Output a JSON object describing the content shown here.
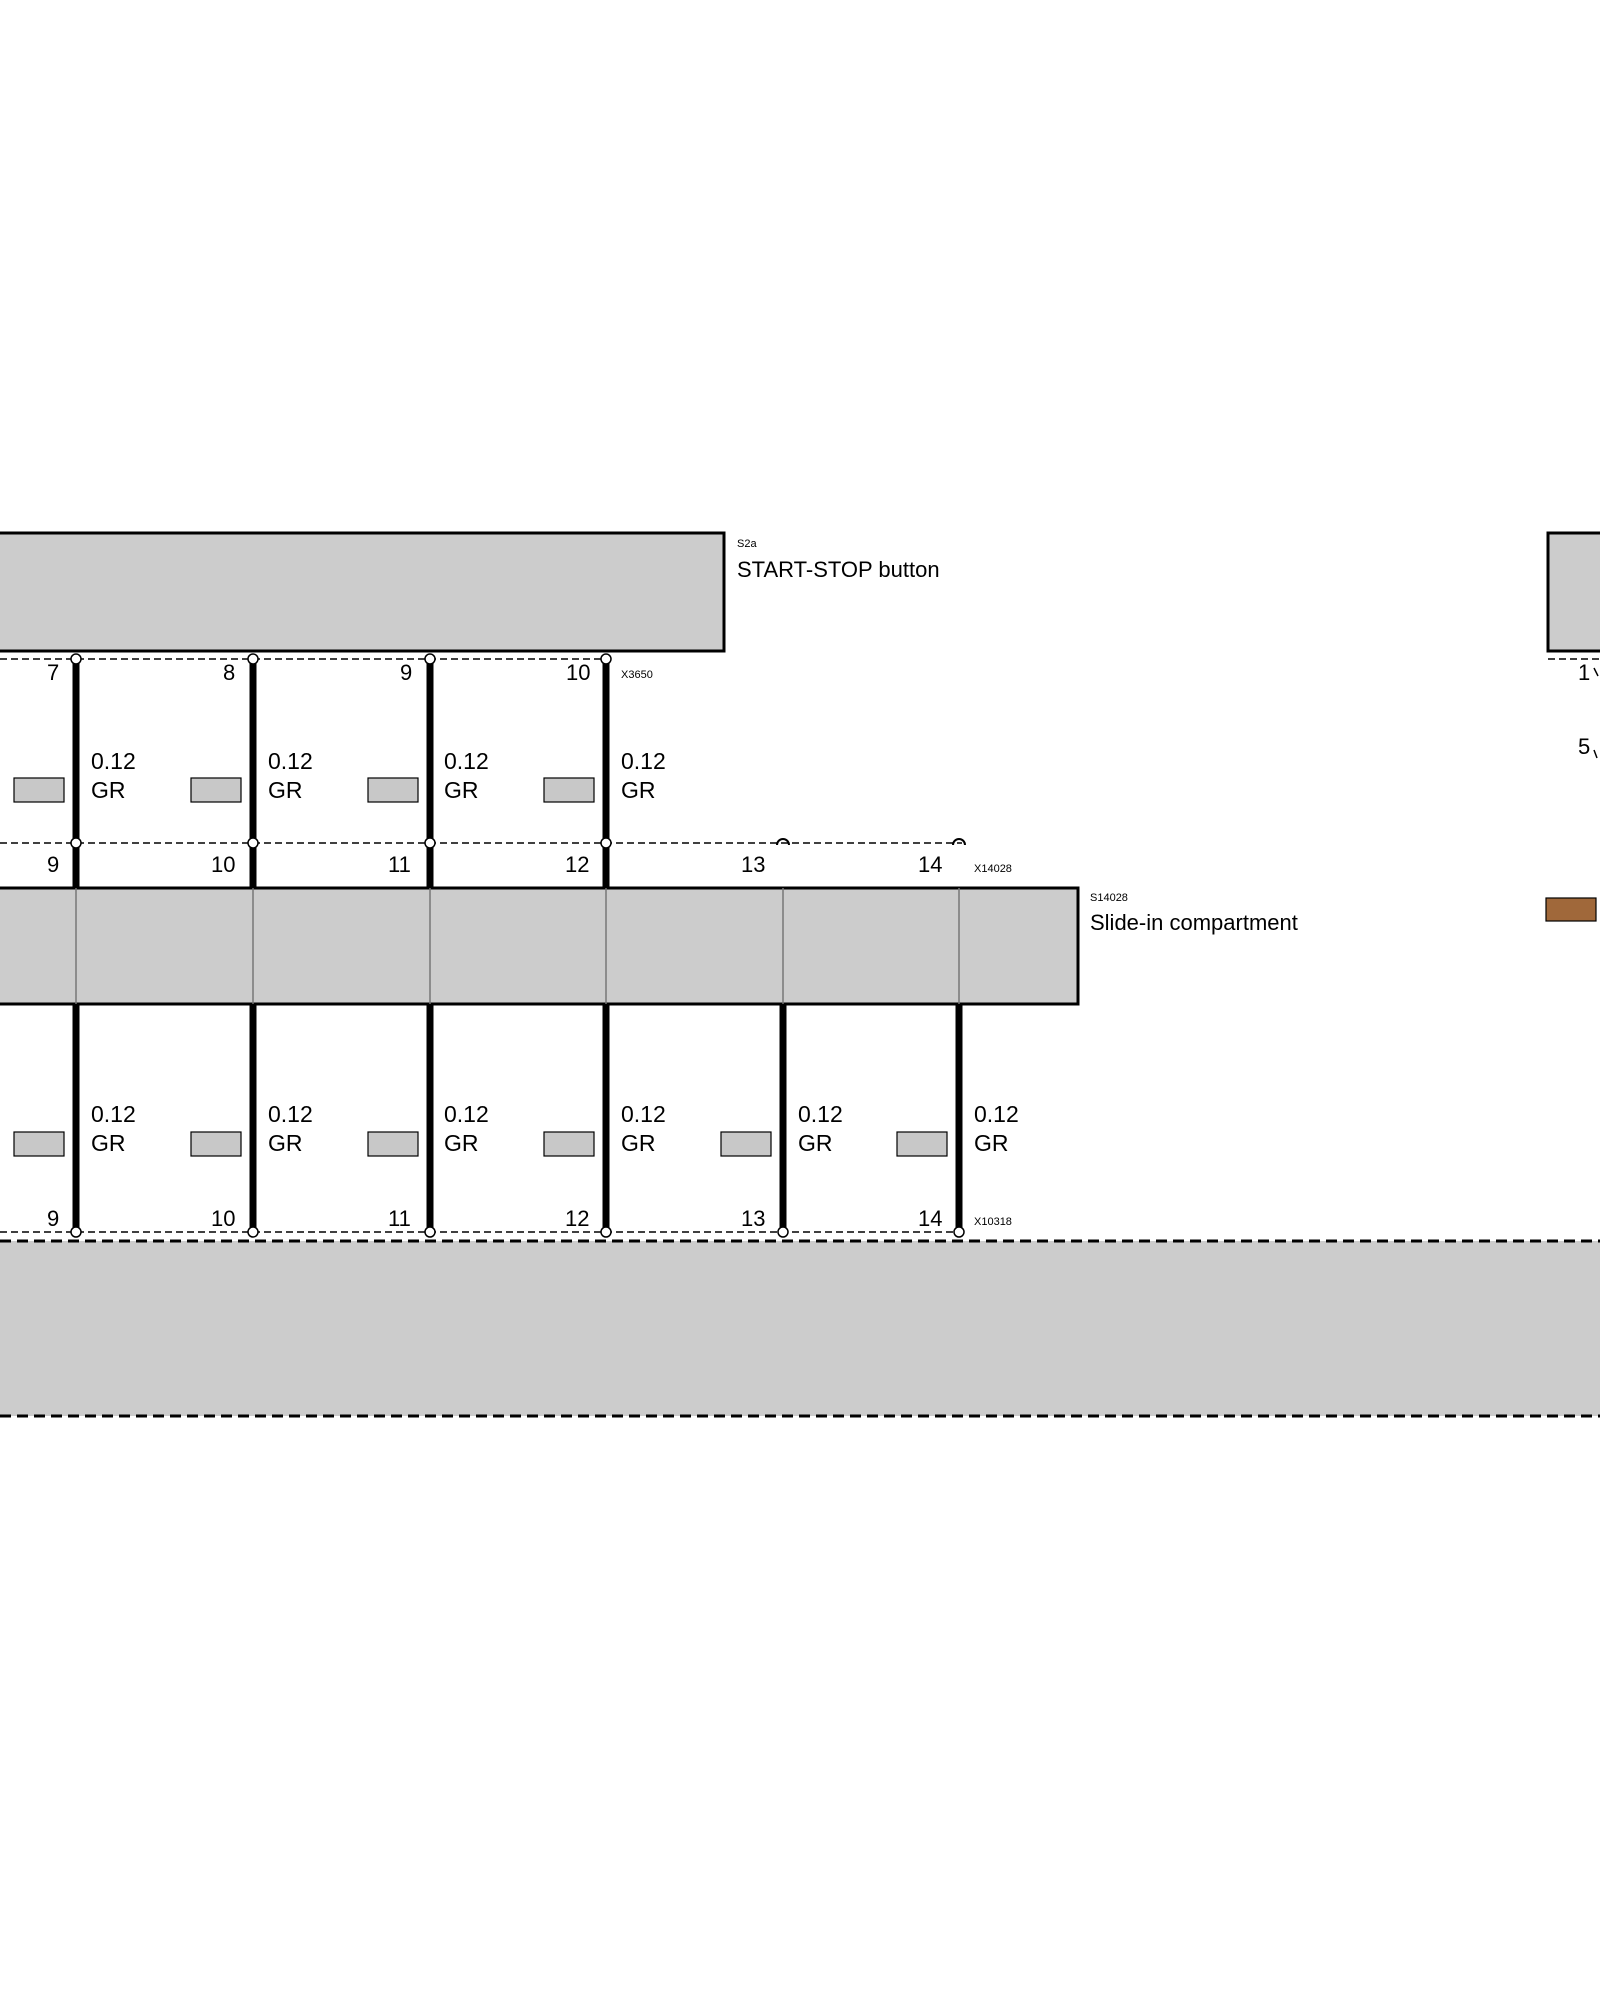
{
  "components": {
    "start_stop": {
      "code": "S2a",
      "name": "START-STOP button",
      "connector": "X3650",
      "pins": [
        "7",
        "8",
        "9",
        "10"
      ]
    },
    "slide_in": {
      "code": "S14028",
      "name": "Slide-in compartment",
      "top_connector": "X14028",
      "top_pins": [
        "9",
        "10",
        "11",
        "12",
        "13",
        "14"
      ],
      "bottom_connector": "X10318",
      "bottom_pins": [
        "9",
        "10",
        "11",
        "12",
        "13",
        "14"
      ]
    },
    "right_partial": {
      "pin_top": "1",
      "pin_side": "5"
    }
  },
  "wires_upper": [
    {
      "size": "0.12",
      "color": "GR"
    },
    {
      "size": "0.12",
      "color": "GR"
    },
    {
      "size": "0.12",
      "color": "GR"
    },
    {
      "size": "0.12",
      "color": "GR"
    }
  ],
  "wires_lower": [
    {
      "size": "0.12",
      "color": "GR"
    },
    {
      "size": "0.12",
      "color": "GR"
    },
    {
      "size": "0.12",
      "color": "GR"
    },
    {
      "size": "0.12",
      "color": "GR"
    },
    {
      "size": "0.12",
      "color": "GR"
    },
    {
      "size": "0.12",
      "color": "GR"
    }
  ],
  "colors": {
    "component_fill": "#cccccc",
    "wire": "#000000",
    "swatch_gray": "#c8c8c8",
    "swatch_brown": "#a0683a"
  }
}
